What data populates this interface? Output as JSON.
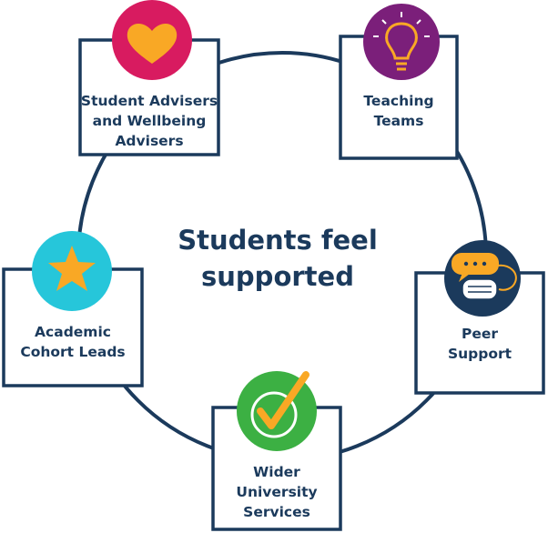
{
  "center": {
    "line1": "Students feel",
    "line2": "supported"
  },
  "nodes": [
    {
      "key": "student-advisers",
      "lines": [
        "Student Advisers",
        "and Wellbeing",
        "Advisers"
      ],
      "icon": "heart-icon",
      "circle_color": "#d81b60",
      "icon_color": "#f9a825"
    },
    {
      "key": "teaching-teams",
      "lines": [
        "Teaching",
        "Teams"
      ],
      "icon": "lightbulb-icon",
      "circle_color": "#7b1f7a",
      "icon_color": "#f9a825"
    },
    {
      "key": "peer-support",
      "lines": [
        "Peer",
        "Support"
      ],
      "icon": "speech-bubbles-icon",
      "circle_color": "#1b3a5c",
      "icon_color": "#f9a825"
    },
    {
      "key": "wider-university-services",
      "lines": [
        "Wider",
        "University",
        "Services"
      ],
      "icon": "checkmark-icon",
      "circle_color": "#3cb043",
      "icon_color": "#f9a825"
    },
    {
      "key": "academic-cohort-leads",
      "lines": [
        "Academic",
        "Cohort Leads"
      ],
      "icon": "star-icon",
      "circle_color": "#26c6da",
      "icon_color": "#f9a825"
    }
  ],
  "colors": {
    "ink": "#1b3a5c",
    "box_fill": "#ffffff"
  }
}
